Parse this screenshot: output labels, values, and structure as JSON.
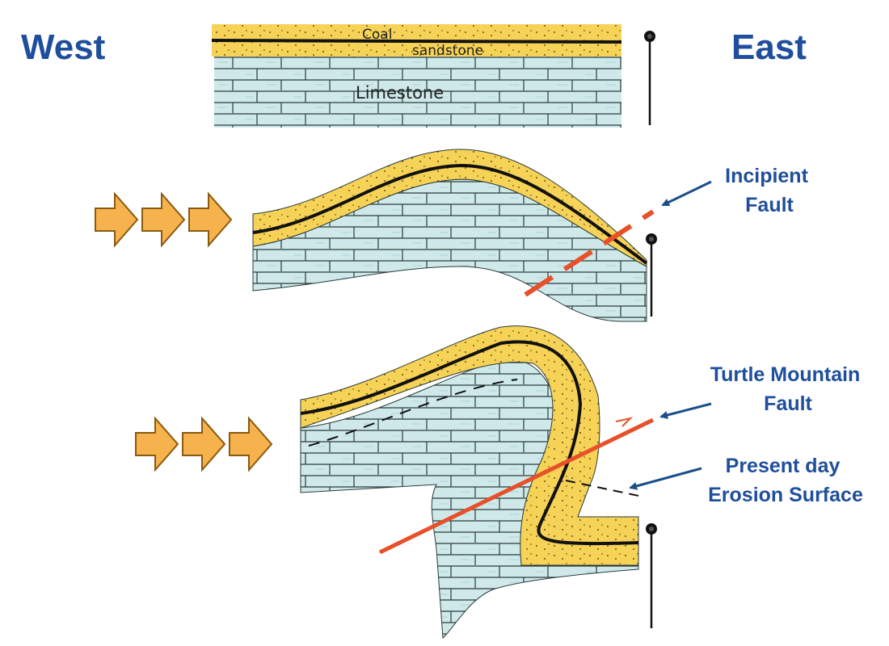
{
  "directions": {
    "west": "West",
    "east": "East"
  },
  "layers": {
    "coal": "Coal",
    "sandstone": "sandstone",
    "limestone": "Limestone"
  },
  "callouts": {
    "incipient_fault": [
      "Incipient",
      "Fault"
    ],
    "turtle_mountain_fault": [
      "Turtle Mountain",
      "Fault"
    ],
    "erosion_surface": [
      "Present day",
      "Erosion Surface"
    ]
  },
  "colors": {
    "title_blue": "#1f4e9c",
    "sandstone": "#f6d257",
    "limestone": "#cfe9ea",
    "coal": "#111111",
    "fault": "#e8502a",
    "arrow_fill": "#f6b24d",
    "callout_arrow": "#1b4f8a"
  }
}
